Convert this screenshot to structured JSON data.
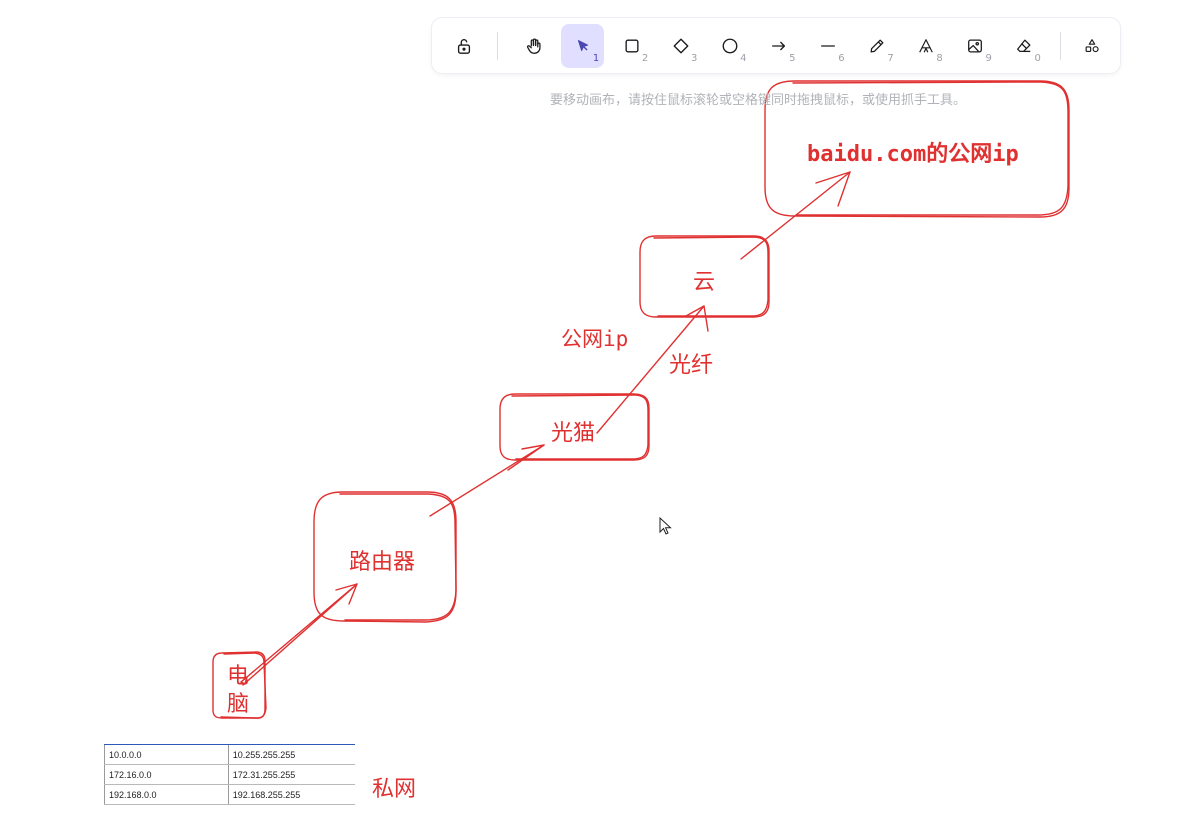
{
  "toolbar": {
    "tools": [
      {
        "icon": "lock-icon",
        "key": ""
      },
      {
        "icon": "hand-icon",
        "key": ""
      },
      {
        "icon": "select-arrow-icon",
        "key": "1",
        "active": true
      },
      {
        "icon": "rectangle-icon",
        "key": "2"
      },
      {
        "icon": "diamond-icon",
        "key": "3"
      },
      {
        "icon": "ellipse-icon",
        "key": "4"
      },
      {
        "icon": "arrow-icon",
        "key": "5"
      },
      {
        "icon": "line-icon",
        "key": "6"
      },
      {
        "icon": "pencil-icon",
        "key": "7"
      },
      {
        "icon": "text-icon",
        "key": "8"
      },
      {
        "icon": "image-icon",
        "key": "9"
      },
      {
        "icon": "eraser-icon",
        "key": "0"
      },
      {
        "icon": "shapes-library-icon",
        "key": ""
      }
    ],
    "accent": "#e0dfff"
  },
  "hint": "要移动画布，请按住鼠标滚轮或空格键同时拖拽鼠标，或使用抓手工具。",
  "diagram": {
    "stroke_color": "#e03131",
    "nodes": {
      "computer": "电\n脑",
      "computer_line1": "电",
      "computer_line2": "脑",
      "router": "路由器",
      "modem": "光猫",
      "cloud": "云",
      "baidu": "baidu.com的公网ip"
    },
    "labels": {
      "public_ip": "公网ip",
      "fiber": "光纤",
      "private_net": "私网"
    },
    "private_ranges": [
      [
        "10.0.0.0",
        "10.255.255.255"
      ],
      [
        "172.16.0.0",
        "172.31.255.255"
      ],
      [
        "192.168.0.0",
        "192.168.255.255"
      ]
    ]
  }
}
